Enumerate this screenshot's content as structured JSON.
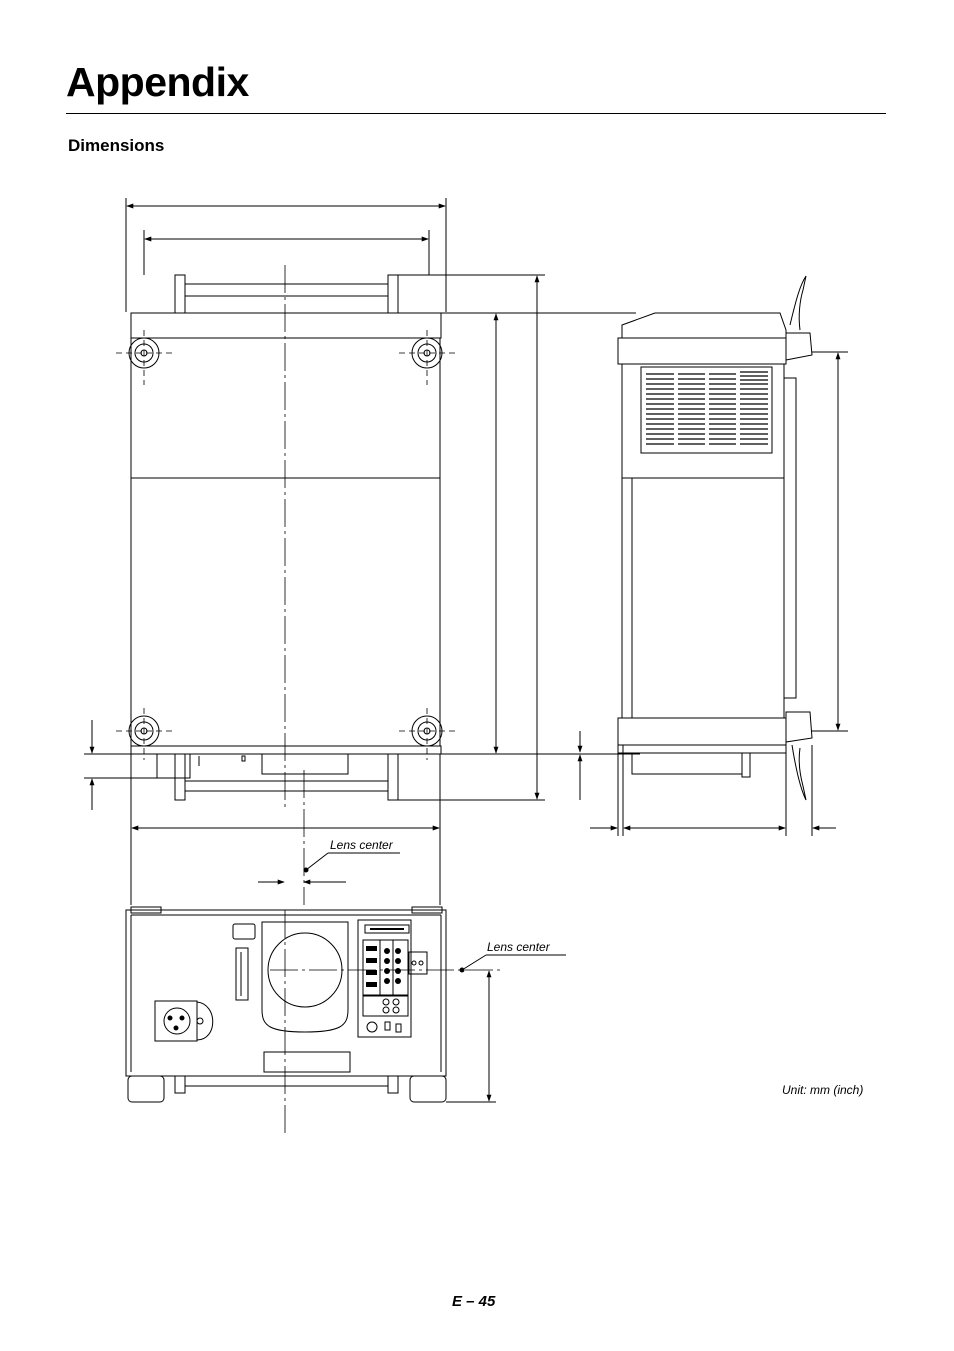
{
  "page": {
    "title": "Appendix",
    "section": "Dimensions",
    "unit_note": "Unit: mm (inch)",
    "page_number": "E – 45"
  },
  "drawing": {
    "top_view_callout": "Lens center",
    "front_view_callout": "Lens center"
  }
}
